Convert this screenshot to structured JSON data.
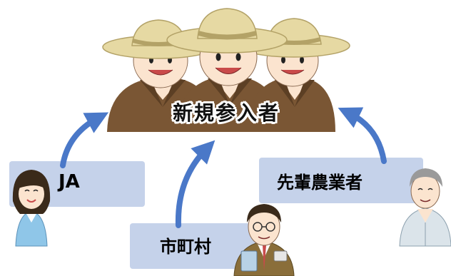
{
  "center": {
    "label": "新規参入者"
  },
  "nodes": {
    "ja": {
      "label": "JA"
    },
    "senpai": {
      "label": "先輩農業者"
    },
    "city": {
      "label": "市町村"
    }
  },
  "colors": {
    "box": "#c5d2ea",
    "arrow": "#4a78c8",
    "hat": "#e6d9a3",
    "hat_band": "#b3a267",
    "shirt": "#7a5634",
    "skin": "#fbe4cf"
  }
}
